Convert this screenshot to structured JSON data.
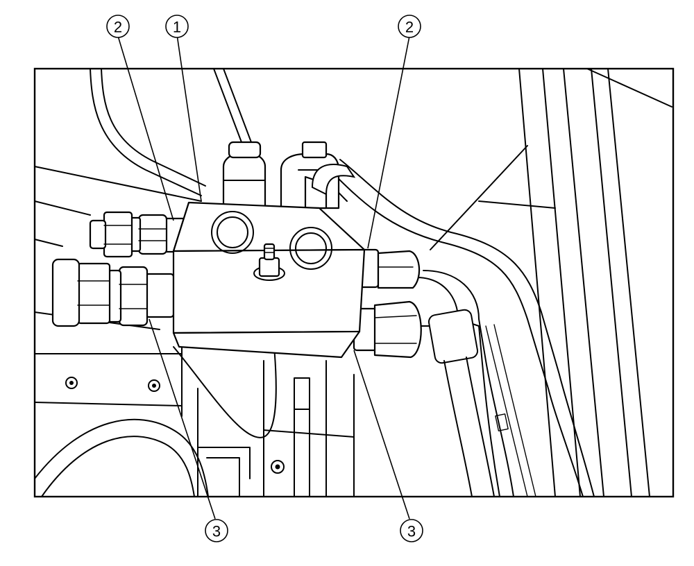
{
  "callouts": {
    "c1": "1",
    "c2a": "2",
    "c2b": "2",
    "c3a": "3",
    "c3b": "3"
  }
}
